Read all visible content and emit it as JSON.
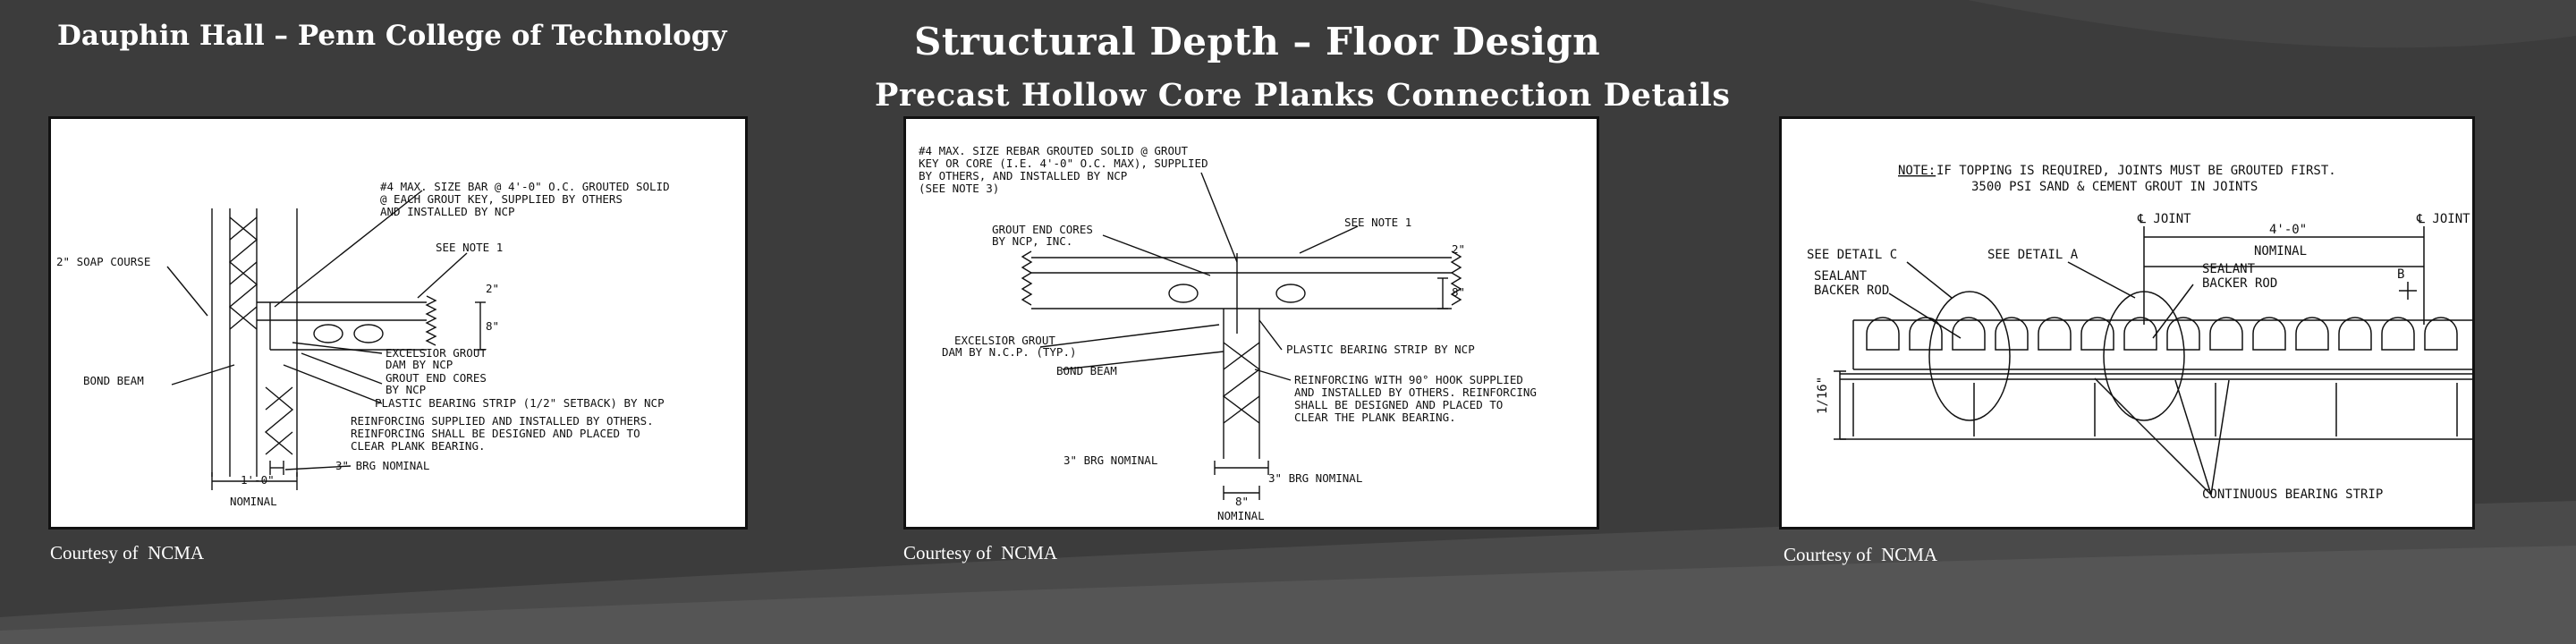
{
  "header": {
    "project": "Dauphin Hall – Penn College of Technology",
    "title": "Structural Depth – Floor Design",
    "subtitle": "Precast Hollow Core Planks Connection Details"
  },
  "panels": [
    {
      "caption": "Courtesy of  NCMA",
      "labels": {
        "bar": "#4 MAX. SIZE BAR @ 4'-0\" O.C. GROUTED SOLID",
        "bar2": "@ EACH GROUT KEY, SUPPLIED BY OTHERS",
        "bar3": "AND INSTALLED BY NCP",
        "note1": "SEE NOTE 1",
        "soap": "2\" SOAP COURSE",
        "excelsior": "EXCELSIOR GROUT",
        "excelsior2": "DAM BY NCP",
        "bond": "BOND BEAM",
        "cores": "GROUT END CORES",
        "cores2": "BY NCP",
        "strip": "PLASTIC BEARING STRIP (1/2\" SETBACK) BY NCP",
        "reinf1": "REINFORCING SUPPLIED AND INSTALLED BY OTHERS.",
        "reinf2": "REINFORCING SHALL BE DESIGNED AND PLACED TO",
        "reinf3": "CLEAR PLANK BEARING.",
        "brg": "3\" BRG NOMINAL",
        "dim1": "1'-0\"",
        "nominal": "NOMINAL",
        "d2": "2\"",
        "d8": "8\""
      }
    },
    {
      "caption": "Courtesy of  NCMA",
      "labels": {
        "rebar1": "#4 MAX. SIZE REBAR GROUTED SOLID @ GROUT",
        "rebar2": "KEY OR CORE (I.E. 4'-0\" O.C. MAX), SUPPLIED",
        "rebar3": "BY OTHERS, AND INSTALLED BY NCP",
        "rebar4": "(SEE NOTE 3)",
        "note1": "SEE NOTE 1",
        "cores1": "GROUT END CORES",
        "cores2": "BY NCP, INC.",
        "exc1": "EXCELSIOR GROUT",
        "exc2": "DAM BY N.C.P. (TYP.)",
        "strip": "PLASTIC BEARING STRIP BY NCP",
        "bond": "BOND BEAM",
        "reinf1": "REINFORCING WITH 90° HOOK SUPPLIED",
        "reinf2": "AND INSTALLED BY OTHERS. REINFORCING",
        "reinf3": "SHALL BE DESIGNED AND PLACED TO",
        "reinf4": "CLEAR THE PLANK BEARING.",
        "brgL": "3\" BRG NOMINAL",
        "brgR": "3\" BRG NOMINAL",
        "dim8": "8\"",
        "nominal": "NOMINAL",
        "d2": "2\"",
        "d8v": "8\""
      }
    },
    {
      "caption": "Courtesy of  NCMA",
      "labels": {
        "note": "NOTE:",
        "note_text": " IF TOPPING IS REQUIRED, JOINTS MUST BE GROUTED FIRST.",
        "note2": "3500 PSI SAND & CEMENT GROUT IN JOINTS",
        "jointL": "℄ JOINT",
        "jointR": "℄ JOINT",
        "span": "4'-0\"",
        "nominal": "NOMINAL",
        "detC": "SEE DETAIL C",
        "detA": "SEE DETAIL A",
        "sealL1": "SEALANT",
        "sealL2": "BACKER ROD",
        "sealR1": "SEALANT",
        "sealR2": "BACKER ROD",
        "b": "B",
        "dimv": "1/16\"",
        "strip": "CONTINUOUS BEARING STRIP"
      }
    }
  ]
}
